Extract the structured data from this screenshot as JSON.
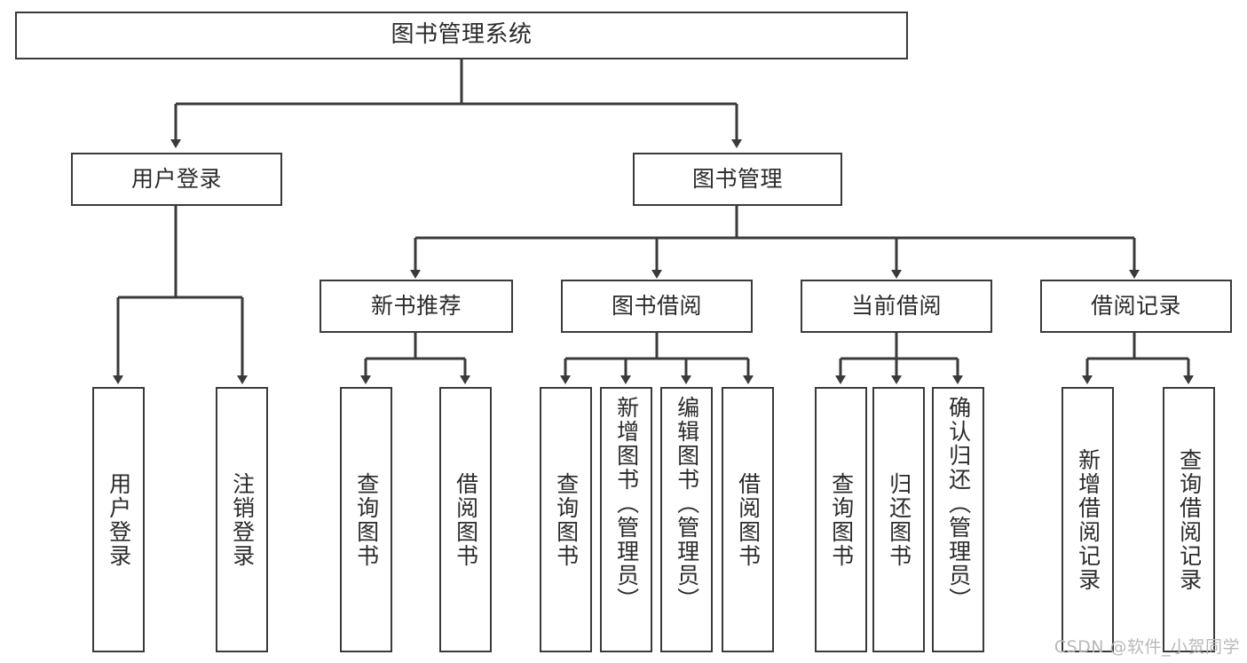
{
  "diagram": {
    "type": "tree",
    "title": "图书管理系统",
    "orientation": "top-down",
    "colors": {
      "stroke": "#3a3a3a",
      "fill": "#ffffff",
      "text": "#2b2b2b",
      "watermark": "#b9b9b9"
    }
  },
  "watermark": {
    "text": "CSDN @软件_小贺同学"
  },
  "nodes": {
    "root": {
      "label": "图书管理系统"
    },
    "level1": [
      {
        "label": "用户登录"
      },
      {
        "label": "图书管理"
      }
    ],
    "level2": [
      {
        "label": "新书推荐"
      },
      {
        "label": "图书借阅"
      },
      {
        "label": "当前借阅"
      },
      {
        "label": "借阅记录"
      }
    ],
    "leaves": {
      "user_login": [
        {
          "label": "用户登录"
        },
        {
          "label": "注销登录"
        }
      ],
      "new_book_recommend": [
        {
          "label": "查询图书"
        },
        {
          "label": "借阅图书"
        }
      ],
      "book_borrow": [
        {
          "label": "查询图书"
        },
        {
          "label": "新增图书（管理员）"
        },
        {
          "label": "编辑图书（管理员）"
        },
        {
          "label": "借阅图书"
        }
      ],
      "current_borrow": [
        {
          "label": "查询图书"
        },
        {
          "label": "归还图书"
        },
        {
          "label": "确认归还（管理员）"
        }
      ],
      "borrow_record": [
        {
          "label": "新增借阅记录"
        },
        {
          "label": "查询借阅记录"
        }
      ]
    }
  }
}
